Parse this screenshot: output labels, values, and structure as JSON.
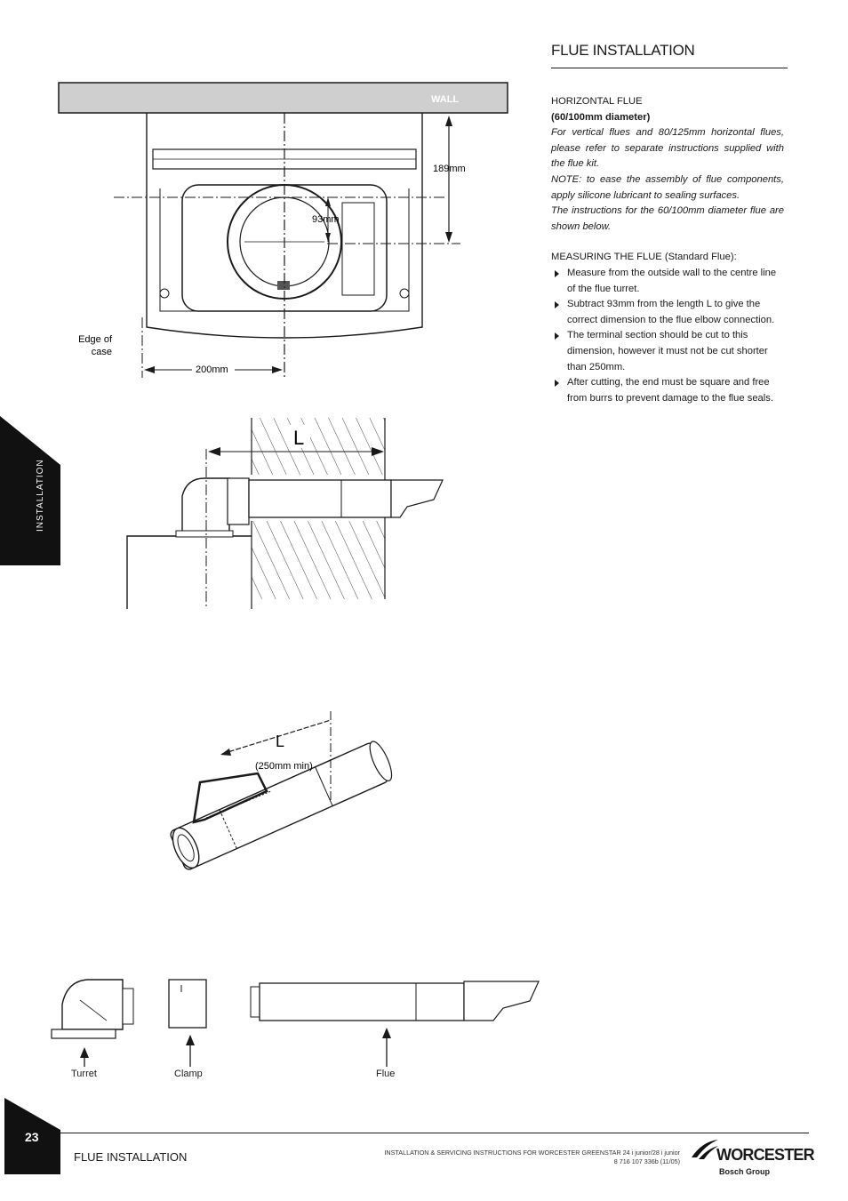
{
  "header": {
    "title": "FLUE INSTALLATION"
  },
  "sidebar": {
    "section_label": "INSTALLATION"
  },
  "content": {
    "subheading": "HORIZONTAL FLUE",
    "diameter": "(60/100mm diameter)",
    "note_vertical": "For vertical flues and 80/125mm horizontal flues, please refer to separate instructions supplied with the flue kit.",
    "note_lubricant": "NOTE: to ease the assembly of flue components, apply silicone lubricant to sealing surfaces.",
    "note_shown": "The instructions for the 60/100mm diameter flue are shown below.",
    "measuring_heading": "MEASURING THE FLUE",
    "measuring_suffix": " (Standard Flue):",
    "bullets": [
      "Measure from the outside wall to the centre line of the flue turret.",
      "Subtract 93mm from the length  L  to give the correct dimension to the flue elbow connection.",
      "The terminal section should be cut to this dimension, however it must not be cut shorter than 250mm.",
      "After cutting, the end must be square and free from burrs to prevent damage to the flue seals."
    ]
  },
  "diagram1": {
    "wall_label": "WALL",
    "dim_189": "189mm",
    "dim_93": "93mm",
    "dim_200": "200mm",
    "edge_label_1": "Edge of",
    "edge_label_2": "case"
  },
  "diagram2": {
    "length_label": "L"
  },
  "diagram3": {
    "length_label": "L",
    "min_label": "(250mm min)"
  },
  "parts": {
    "turret": "Turret",
    "clamp": "Clamp",
    "flue": "Flue"
  },
  "footer": {
    "page_number": "23",
    "section": "FLUE INSTALLATION",
    "doc_line1": "INSTALLATION & SERVICING INSTRUCTIONS FOR WORCESTER GREENSTAR 24 i junior/28 i junior",
    "doc_line2": "8 716 107 336b (11/05)",
    "brand": "WORCESTER",
    "brand_sub": "Bosch Group"
  }
}
